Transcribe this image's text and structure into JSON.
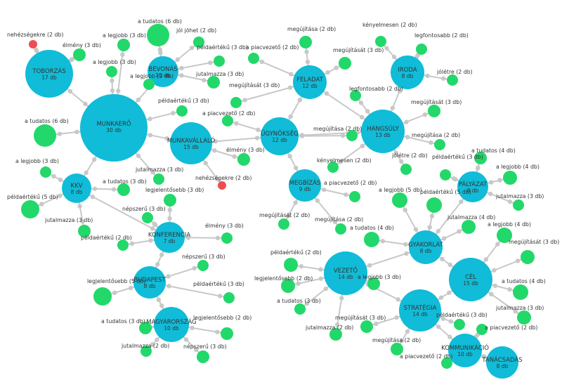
{
  "colors": {
    "hub": "#10bcd8",
    "leaf": "#22d86a",
    "alert": "#ef4d52",
    "edge": "#c8c8c8",
    "text": "#333333"
  },
  "hubs": [
    {
      "id": "toborzas",
      "label": "TOBORZÁS",
      "count": "17 db"
    },
    {
      "id": "munkaero",
      "label": "MUNKAERŐ",
      "count": "30 db"
    },
    {
      "id": "bevonas",
      "label": "BEVONÁS",
      "count": "10 db"
    },
    {
      "id": "munkavallalo",
      "label": "MUNKAVÁLLALÓ",
      "count": "15 db"
    },
    {
      "id": "kkv",
      "label": "KKV",
      "count": "8 db"
    },
    {
      "id": "konferencia",
      "label": "KONFERENCIA",
      "count": "7 db"
    },
    {
      "id": "budapest",
      "label": "BUDAPEST",
      "count": "8 db"
    },
    {
      "id": "magyarorszag",
      "label": "MAGYARORSZÁG",
      "count": "10 db"
    },
    {
      "id": "feladat",
      "label": "FELADAT",
      "count": "12 db"
    },
    {
      "id": "ugynokseg",
      "label": "ÜGYNÖKSÉG",
      "count": "12 db"
    },
    {
      "id": "megbizas",
      "label": "MEGBÍZÁS",
      "count": "9 db"
    },
    {
      "id": "iroda",
      "label": "IRODA",
      "count": "8 db"
    },
    {
      "id": "hangsuly",
      "label": "HANGSÚLY",
      "count": "13 db"
    },
    {
      "id": "palyazat",
      "label": "PÁLYÁZAT",
      "count": "8 db"
    },
    {
      "id": "gyakorlat",
      "label": "GYAKORLAT",
      "count": "8 db"
    },
    {
      "id": "vezeto",
      "label": "VEZETŐ",
      "count": "14 db"
    },
    {
      "id": "cel",
      "label": "CÉL",
      "count": "15 db"
    },
    {
      "id": "strategia",
      "label": "STRATÉGIA",
      "count": "14 db"
    },
    {
      "id": "kommunikacio",
      "label": "KOMMUNIKÁCIÓ",
      "count": "10 db"
    },
    {
      "id": "tanacsadas",
      "label": "TANÁCSADÁS",
      "count": "8 db"
    }
  ],
  "leaves": [
    {
      "id": "l1",
      "parent": "toborzas",
      "label": "nehézségekre (2 db)",
      "alert": true
    },
    {
      "id": "l2",
      "parent": "toborzas",
      "label": "élmény (3 db)"
    },
    {
      "id": "l3",
      "parent": "munkaero",
      "label": "a legjobb (3 db)"
    },
    {
      "id": "l4",
      "parent": "munkaero",
      "label": "a legjobb (3 db)"
    },
    {
      "id": "l5",
      "parent": "munkaero",
      "label": "a tudatos (6 db)"
    },
    {
      "id": "l6",
      "parent": "munkaero",
      "label": "jutalmazza (3 db)"
    },
    {
      "id": "l7",
      "parent": "munkaero",
      "label": "példaértékű (3 db)"
    },
    {
      "id": "l8",
      "parent": "bevonas",
      "label": "a tudatos (6 db)"
    },
    {
      "id": "l9",
      "parent": "bevonas",
      "label": "jól jöhet (2 db)"
    },
    {
      "id": "l10",
      "parent": "bevonas",
      "label": "példaértékű (3 db)"
    },
    {
      "id": "l11",
      "parent": "bevonas",
      "label": "jutalmazza (3 db)"
    },
    {
      "id": "l12",
      "parent": "bevonas",
      "label": "a legjobb (3 db)"
    },
    {
      "id": "l13",
      "parent": "munkavallalo",
      "label": "élmény (3 db)"
    },
    {
      "id": "l14",
      "parent": "munkavallalo",
      "label": "nehézségekre (2 db)",
      "alert": true
    },
    {
      "id": "l15",
      "parent": "kkv",
      "label": "a legjobb (3 db)"
    },
    {
      "id": "l16",
      "parent": "kkv",
      "label": "a tudatos (3 db)"
    },
    {
      "id": "l17",
      "parent": "kkv",
      "label": "példaértékű (5 db)"
    },
    {
      "id": "l18",
      "parent": "kkv",
      "label": "jutalmazza (3 db)"
    },
    {
      "id": "l19",
      "parent": "konferencia",
      "label": "legjelentősebb (3 db)"
    },
    {
      "id": "l20",
      "parent": "konferencia",
      "label": "népszerű (3 db)"
    },
    {
      "id": "l21",
      "parent": "konferencia",
      "label": "élmény (3 db)"
    },
    {
      "id": "l22",
      "parent": "konferencia",
      "label": "példaértékű (2 db)"
    },
    {
      "id": "l23",
      "parent": "budapest",
      "label": "népszerű (3 db)"
    },
    {
      "id": "l24",
      "parent": "budapest",
      "label": "legjelentősebb (5 db)"
    },
    {
      "id": "l25",
      "parent": "budapest",
      "label": "példaértékű (3 db)"
    },
    {
      "id": "l26",
      "parent": "magyarorszag",
      "label": "a tudatos (3 db)"
    },
    {
      "id": "l27",
      "parent": "magyarorszag",
      "label": "legjelentősebb (2 db)"
    },
    {
      "id": "l28",
      "parent": "magyarorszag",
      "label": "jutalmazza (2 db)"
    },
    {
      "id": "l29",
      "parent": "magyarorszag",
      "label": "népszerű (3 db)"
    },
    {
      "id": "l30",
      "parent": "feladat",
      "label": "megújítása (2 db)"
    },
    {
      "id": "l31",
      "parent": "feladat",
      "label": "a piacvezető (2 db)"
    },
    {
      "id": "l32",
      "parent": "feladat",
      "label": "megújítását (3 db)"
    },
    {
      "id": "l33",
      "parent": "feladat",
      "label": "megújítását (3 db)"
    },
    {
      "id": "l34",
      "parent": "ugynokseg",
      "label": "a piacvezető (2 db)"
    },
    {
      "id": "l35",
      "parent": "ugynokseg",
      "label": "megújítása (2 db)"
    },
    {
      "id": "l36",
      "parent": "megbizas",
      "label": "a piacvezető (2 db)"
    },
    {
      "id": "l37",
      "parent": "megbizas",
      "label": "megújítását (2 db)"
    },
    {
      "id": "l38",
      "parent": "megbizas",
      "label": "megújítása (2 db)"
    },
    {
      "id": "l39",
      "parent": "iroda",
      "label": "kényelmesen (2 db)"
    },
    {
      "id": "l40",
      "parent": "iroda",
      "label": "legfontosabb (2 db)"
    },
    {
      "id": "l41",
      "parent": "iroda",
      "label": "jólétre (2 db)"
    },
    {
      "id": "l42",
      "parent": "hangsuly",
      "label": "legfontosabb (2 db)"
    },
    {
      "id": "l43",
      "parent": "hangsuly",
      "label": "megújítását (3 db)"
    },
    {
      "id": "l44",
      "parent": "hangsuly",
      "label": "megújítása (2 db)"
    },
    {
      "id": "l45",
      "parent": "hangsuly",
      "label": "jólétre (2 db)"
    },
    {
      "id": "l46",
      "parent": "hangsuly",
      "label": "kényelmesen (2 db)"
    },
    {
      "id": "l47",
      "parent": "palyazat",
      "label": "a tudatos (4 db)"
    },
    {
      "id": "l48",
      "parent": "palyazat",
      "label": "példaértékű (3 db)"
    },
    {
      "id": "l49",
      "parent": "palyazat",
      "label": "a legjobb (4 db)"
    },
    {
      "id": "l50",
      "parent": "palyazat",
      "label": "jutalmazza (3 db)"
    },
    {
      "id": "l51",
      "parent": "gyakorlat",
      "label": "a legjobb (5 db)"
    },
    {
      "id": "l52",
      "parent": "gyakorlat",
      "label": "példaértékű (5 db)"
    },
    {
      "id": "l53",
      "parent": "gyakorlat",
      "label": "jutalmazza (4 db)"
    },
    {
      "id": "l54",
      "parent": "gyakorlat",
      "label": "a tudatos (4 db)"
    },
    {
      "id": "l55",
      "parent": "vezeto",
      "label": "példaértékű (2 db)"
    },
    {
      "id": "l56",
      "parent": "vezeto",
      "label": "legjelentősebb (2 db)"
    },
    {
      "id": "l57",
      "parent": "vezeto",
      "label": "a legjobb (3 db)"
    },
    {
      "id": "l58",
      "parent": "vezeto",
      "label": "a tudatos (3 db)"
    },
    {
      "id": "l59",
      "parent": "vezeto",
      "label": "jutalmazza (2 db)"
    },
    {
      "id": "l60",
      "parent": "cel",
      "label": "a legjobb (4 db)"
    },
    {
      "id": "l61",
      "parent": "cel",
      "label": "megújítását (3 db)"
    },
    {
      "id": "l62",
      "parent": "cel",
      "label": "a tudatos (4 db)"
    },
    {
      "id": "l63",
      "parent": "cel",
      "label": "jutalmazza (3 db)"
    },
    {
      "id": "l64",
      "parent": "strategia",
      "label": "megújítását (3 db)"
    },
    {
      "id": "l65",
      "parent": "strategia",
      "label": "példaértékű (3 db)"
    },
    {
      "id": "l66",
      "parent": "strategia",
      "label": "megújítása (2 db)"
    },
    {
      "id": "l67",
      "parent": "kommunikacio",
      "label": "a piacvezető (2 db)"
    },
    {
      "id": "l68",
      "parent": "kommunikacio",
      "label": "a piacvezető (2 db)"
    }
  ],
  "links": [
    [
      "munkaero",
      "toborzas"
    ],
    [
      "munkaero",
      "bevonas"
    ],
    [
      "munkaero",
      "munkavallalo"
    ],
    [
      "munkaero",
      "kkv"
    ],
    [
      "kkv",
      "konferencia"
    ],
    [
      "konferencia",
      "budapest"
    ],
    [
      "budapest",
      "magyarorszag"
    ],
    [
      "munkavallalo",
      "ugynokseg"
    ],
    [
      "ugynokseg",
      "feladat"
    ],
    [
      "ugynokseg",
      "megbizas"
    ],
    [
      "ugynokseg",
      "hangsuly"
    ],
    [
      "feladat",
      "hangsuly"
    ],
    [
      "hangsuly",
      "iroda"
    ],
    [
      "palyazat",
      "gyakorlat"
    ],
    [
      "gyakorlat",
      "vezeto"
    ],
    [
      "gyakorlat",
      "cel"
    ],
    [
      "cel",
      "strategia"
    ],
    [
      "strategia",
      "vezeto"
    ],
    [
      "strategia",
      "kommunikacio"
    ],
    [
      "kommunikacio",
      "tanacsadas"
    ]
  ]
}
